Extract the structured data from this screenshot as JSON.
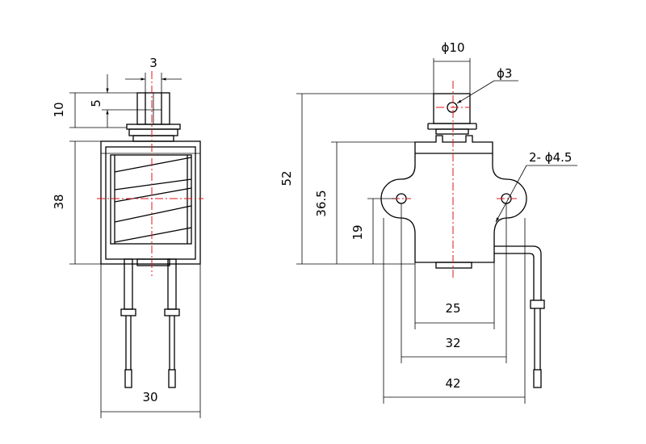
{
  "side_view": {
    "dim_width_top": "3",
    "dim_height_top": "5",
    "dim_height_top_total": "10",
    "dim_height_body": "38",
    "dim_width_body": "30"
  },
  "front_view": {
    "dim_plunger_diameter": "ϕ10",
    "dim_hole_diameter": "ϕ3",
    "dim_mount_holes": "2- ϕ4.5",
    "dim_total_height": "52",
    "dim_body_height": "36.5",
    "dim_hole_height": "19",
    "dim_width_25": "25",
    "dim_width_32": "32",
    "dim_width_42": "42"
  }
}
